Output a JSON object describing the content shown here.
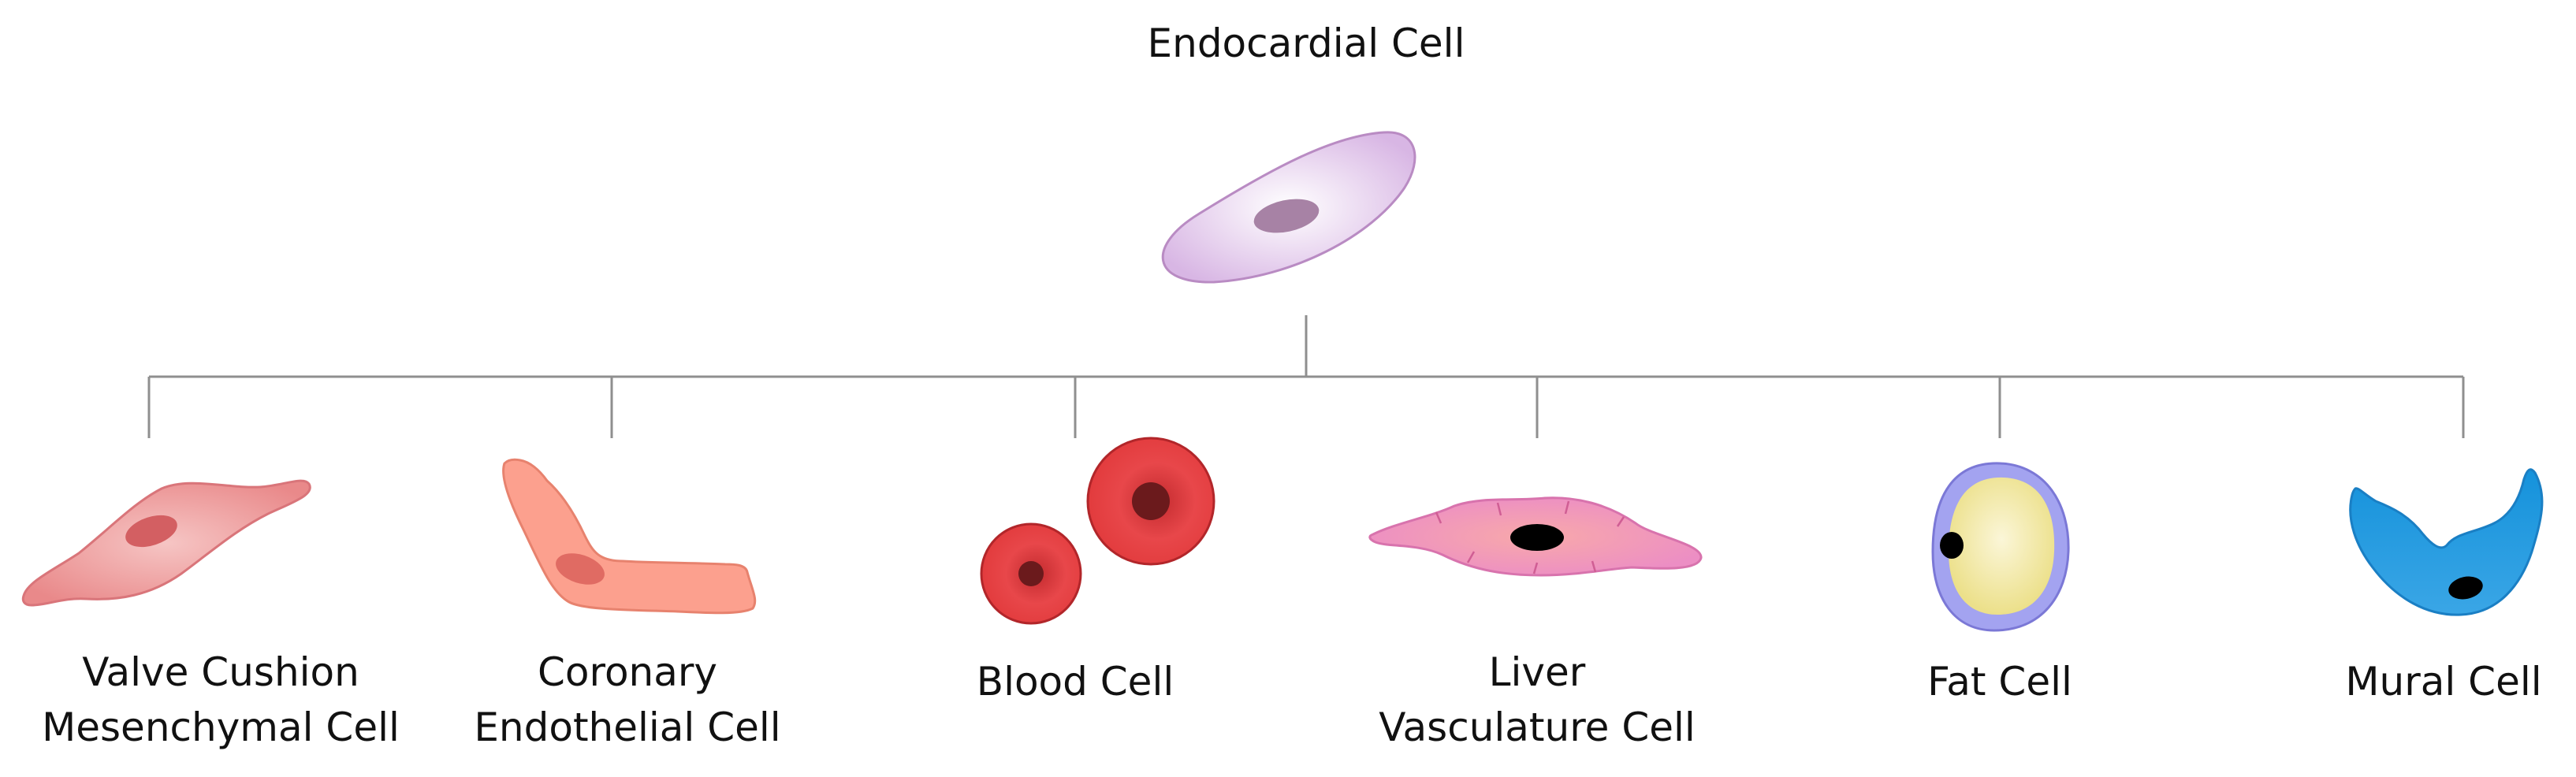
{
  "root": {
    "label": "Endocardial Cell",
    "color": "#dcbfe6"
  },
  "children": [
    {
      "id": "valve-cushion",
      "lines": [
        "Valve Cushion",
        "Mesenchymal Cell"
      ],
      "color": "#e9908f"
    },
    {
      "id": "coronary-endothelial",
      "lines": [
        "Coronary",
        "Endothelial Cell"
      ],
      "color": "#fca08e"
    },
    {
      "id": "blood",
      "lines": [
        "Blood Cell"
      ],
      "color": "#e23b3d"
    },
    {
      "id": "liver-vasculature",
      "lines": [
        "Liver",
        "Vasculature Cell"
      ],
      "color": "#ec92c4"
    },
    {
      "id": "fat",
      "lines": [
        "Fat Cell"
      ],
      "color": "#f1e7a2"
    },
    {
      "id": "mural",
      "lines": [
        "Mural Cell"
      ],
      "color": "#2f9ee0"
    }
  ],
  "colors": {
    "connector": "#8f8f8f",
    "text": "#111111"
  }
}
